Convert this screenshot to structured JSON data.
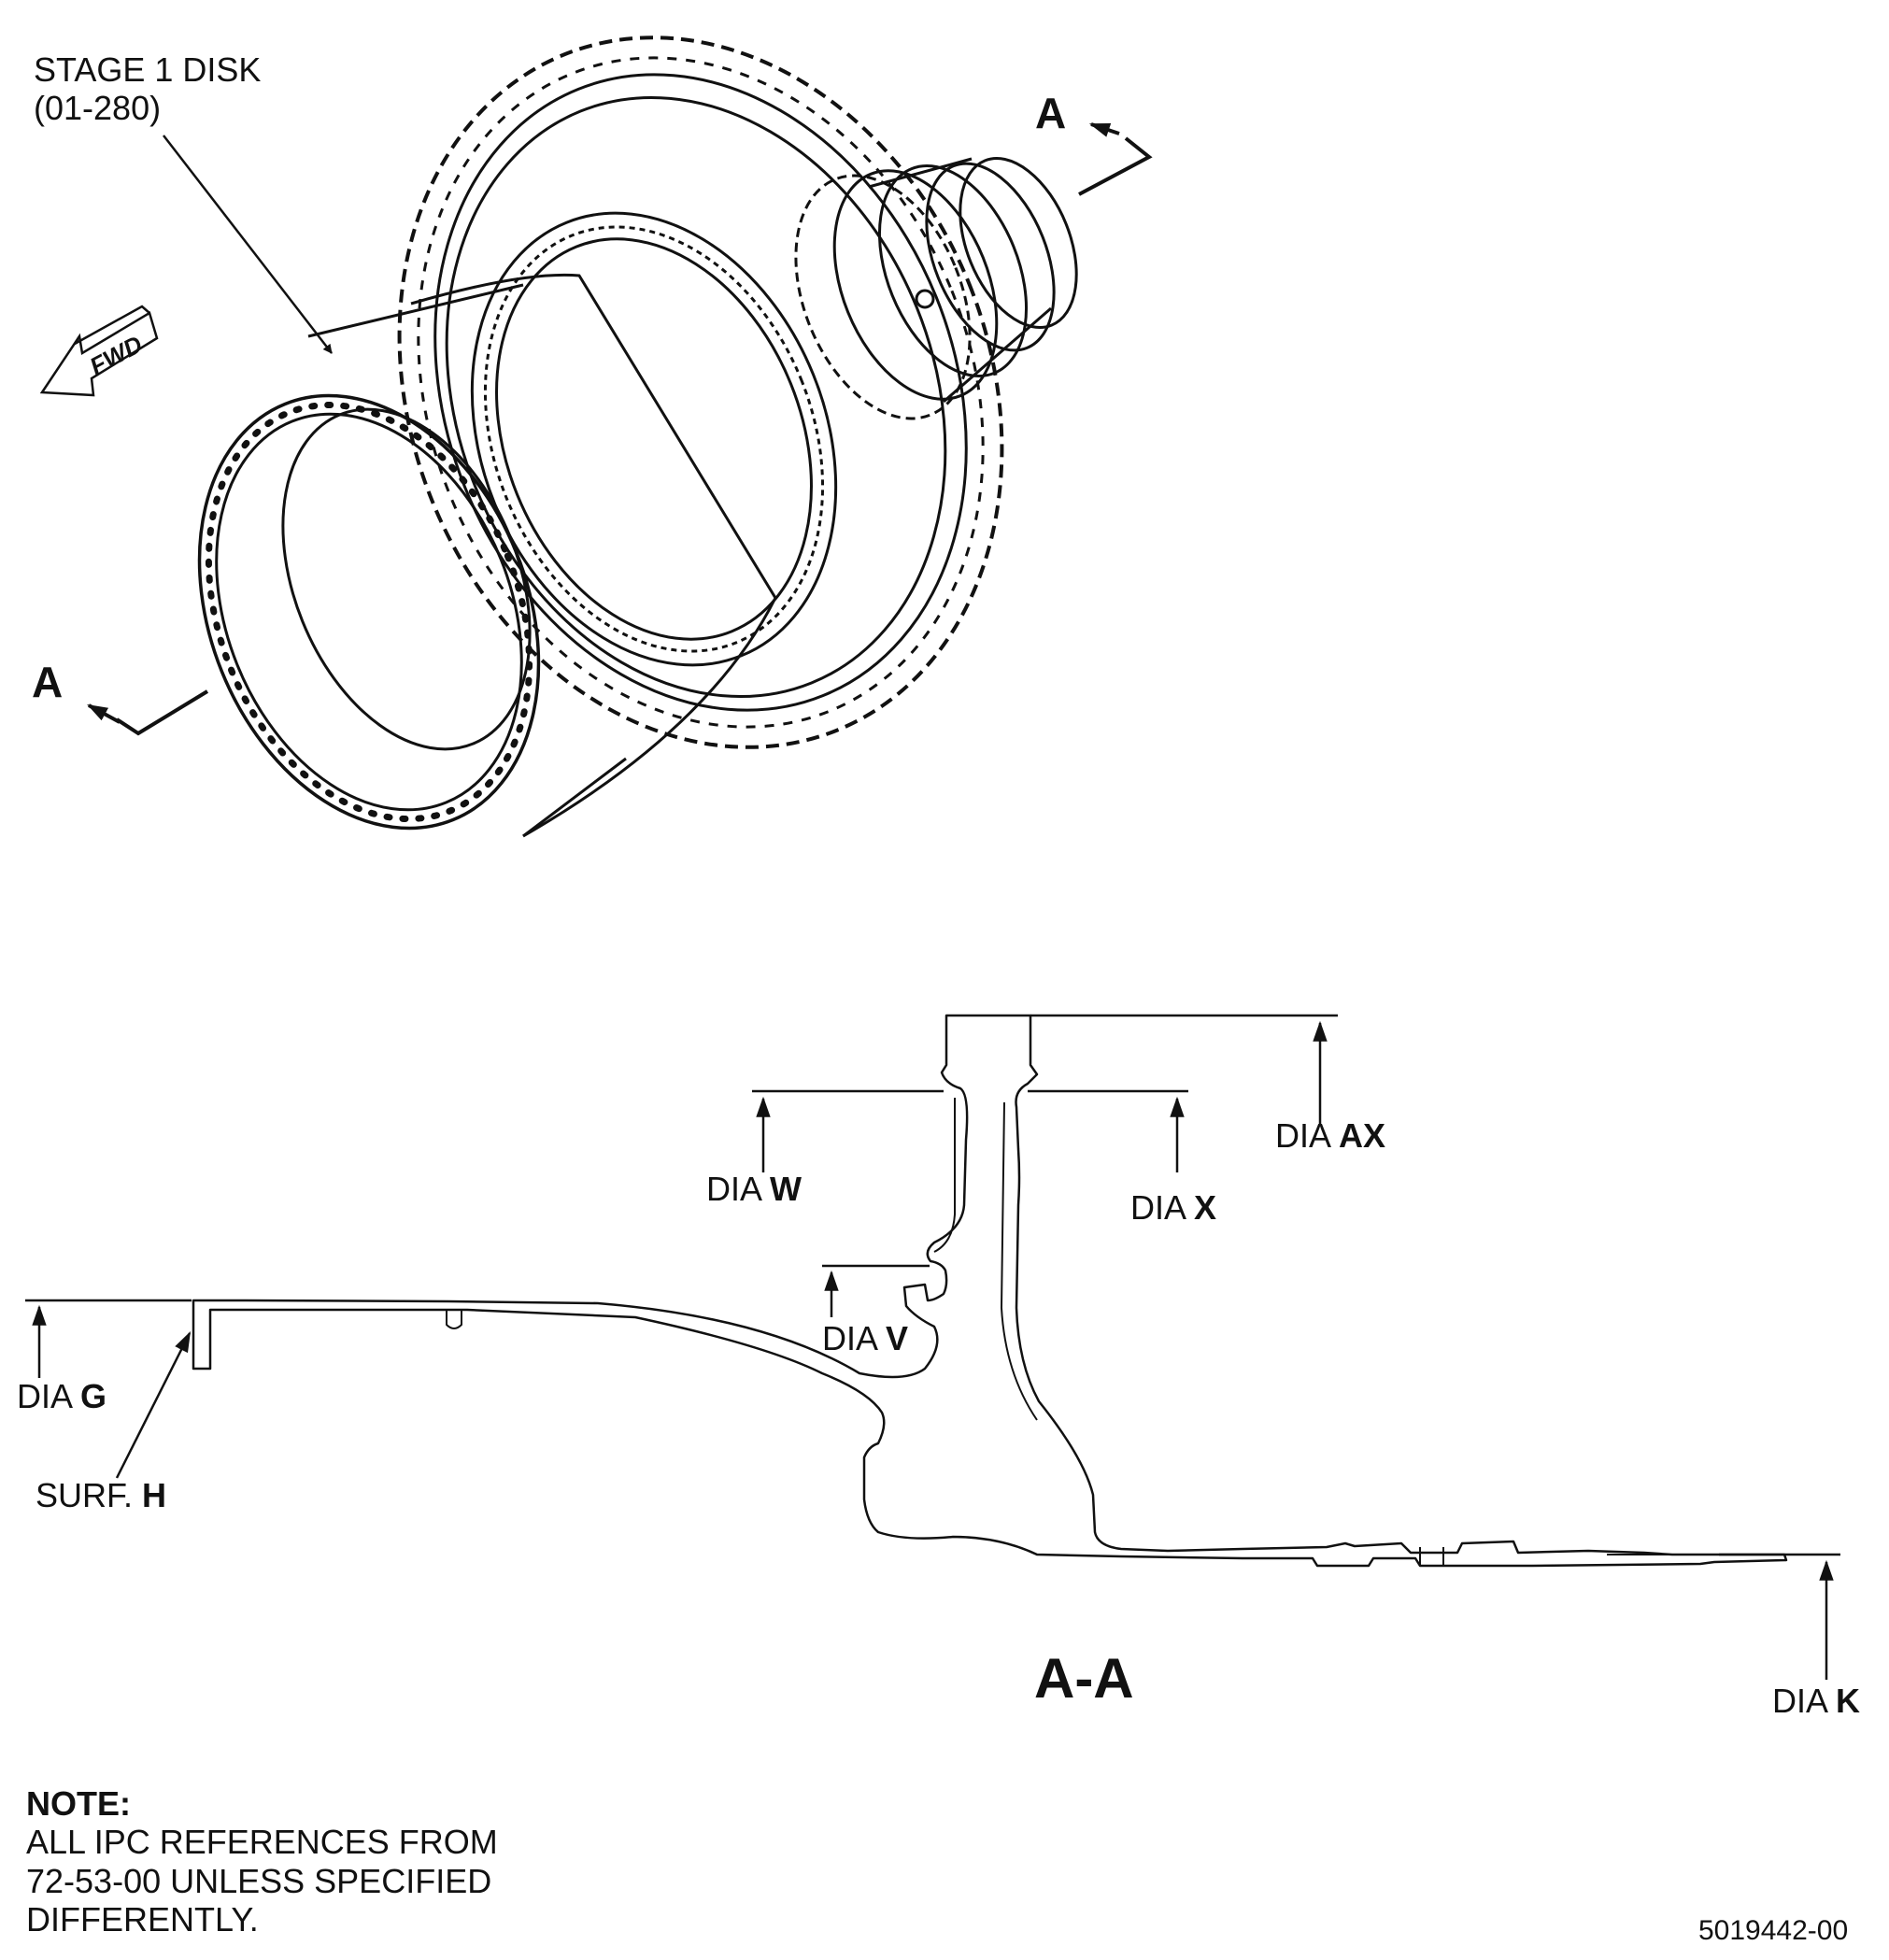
{
  "callout": {
    "line1": "STAGE 1 DISK",
    "line2": "(01-280)"
  },
  "fwd_label": "FWD",
  "section_markers": {
    "top": "A",
    "bottom": "A"
  },
  "section_title": "A-A",
  "dims": {
    "w": {
      "prefix": "DIA ",
      "letter": "W"
    },
    "x": {
      "prefix": "DIA ",
      "letter": "X"
    },
    "ax": {
      "prefix": "DIA ",
      "letter": "AX"
    },
    "v": {
      "prefix": "DIA ",
      "letter": "V"
    },
    "g": {
      "prefix": "DIA ",
      "letter": "G"
    },
    "k": {
      "prefix": "DIA ",
      "letter": "K"
    },
    "surf_h": {
      "prefix": "SURF. ",
      "letter": "H"
    }
  },
  "note": {
    "heading": "NOTE:",
    "line1": "ALL IPC REFERENCES FROM",
    "line2": "72-53-00 UNLESS SPECIFIED",
    "line3": "DIFFERENTLY."
  },
  "figure_number": "5019442-00"
}
